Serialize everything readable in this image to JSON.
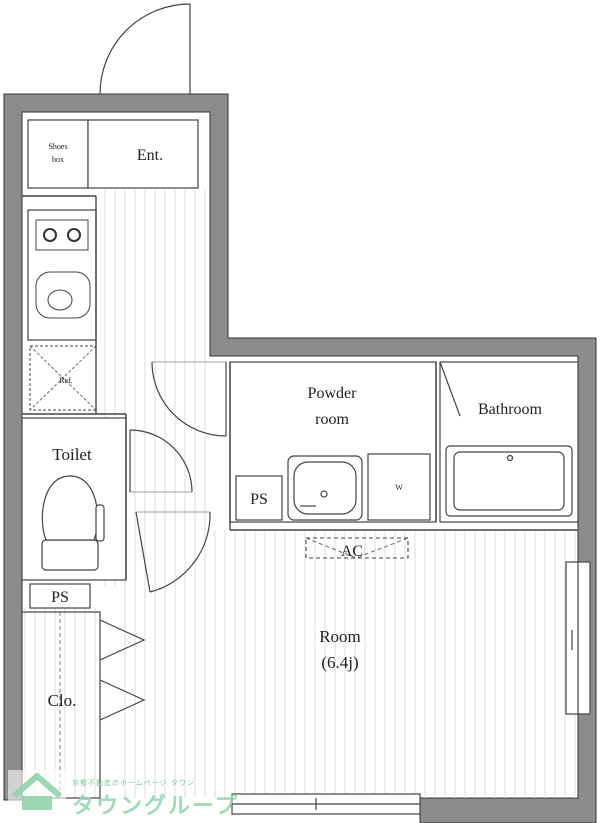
{
  "rooms": {
    "shoes_box_line1": "Shoes",
    "shoes_box_line2": "box",
    "entrance": "Ent.",
    "refrigerator": "Ref.",
    "toilet": "Toilet",
    "ps_left": "PS",
    "closet": "Clo.",
    "powder_line1": "Powder",
    "powder_line2": "room",
    "bathroom": "Bathroom",
    "ps_center": "PS",
    "washer": "W",
    "ac": "AC",
    "room_name": "Room",
    "room_size": "(6.4j)"
  },
  "logo": {
    "sub_text": "京都不動産のホームページ タウン",
    "brand": "タウングループ"
  },
  "colors": {
    "wall": "#8c8c8c",
    "wall_edge": "#333333",
    "line": "#444444",
    "floor_line": "#dcdcdc",
    "logo": "#8fd3aa"
  }
}
